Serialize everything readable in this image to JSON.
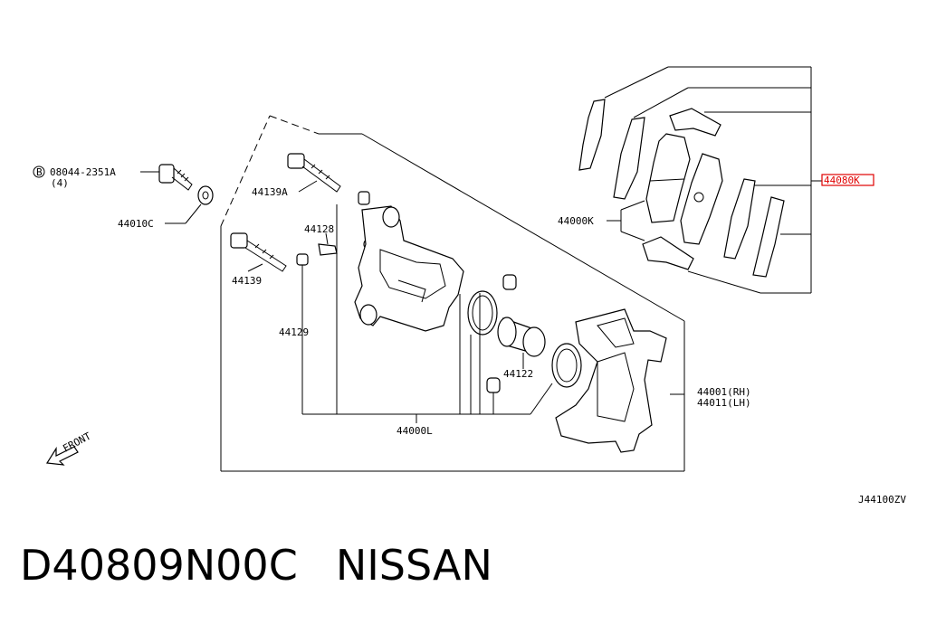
{
  "labels": {
    "bolt_code": "08044-2351A",
    "bolt_qty": "(4)",
    "washer": "44010C",
    "pin_a": "44139A",
    "bleeder": "44128",
    "pin": "44139",
    "boot": "44129",
    "piston": "44122",
    "caliper_kit": "44000L",
    "caliper_rh": "44001(RH)",
    "caliper_lh": "44011(LH)",
    "hardware_kit": "44000K",
    "pad_kit": "44080K",
    "front": "FRONT",
    "drawing_code": "J44100ZV"
  },
  "footer": {
    "part_number": "D40809N00C",
    "brand": "NISSAN"
  },
  "colors": {
    "highlight": "#e00000",
    "ink": "#000000"
  }
}
